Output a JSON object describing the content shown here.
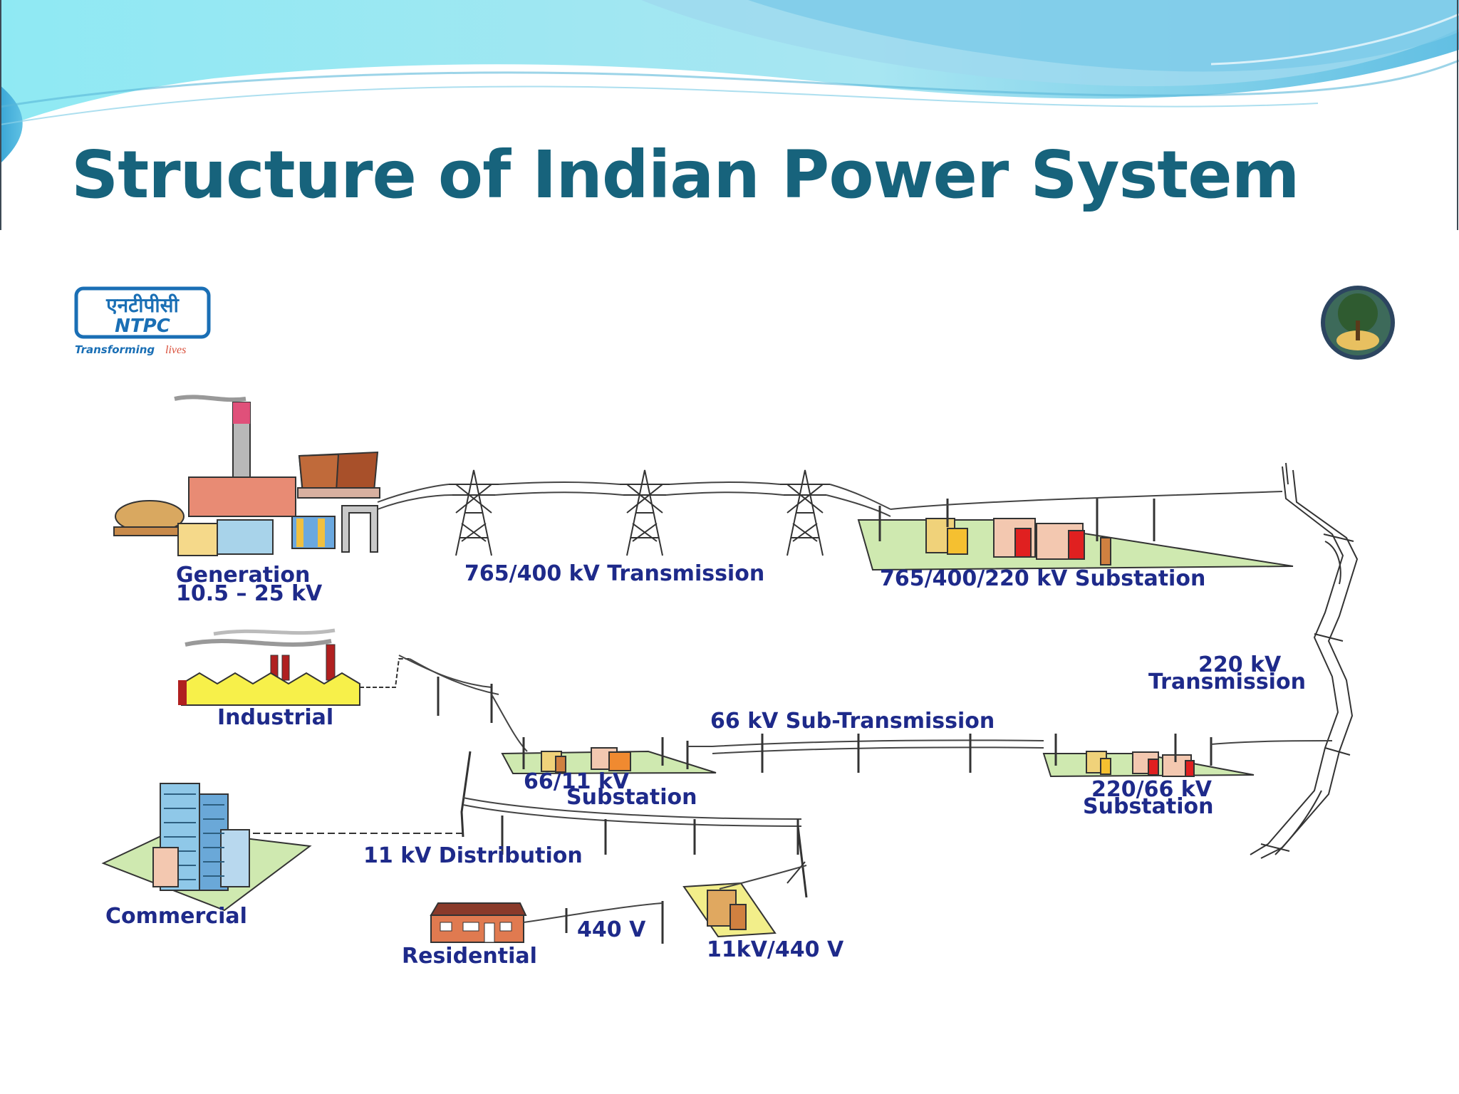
{
  "slide": {
    "title": "Structure of Indian Power System"
  },
  "logos": {
    "ntpc_devanagari": "एनटीपीसी",
    "ntpc": "NTPC",
    "tagline_a": "Transforming",
    "tagline_b": "lives"
  },
  "labels": {
    "generation_1": "Generation",
    "generation_2": "10.5 – 25 kV",
    "transmission_765": "765/400 kV  Transmission",
    "substation_765": "765/400/220 kV  Substation",
    "transmission_220_1": "220 kV",
    "transmission_220_2": "Transmission",
    "industrial": "Industrial",
    "sub_transmission_66": "66 kV Sub-Transmission",
    "substation_66_11_1": "66/11 kV",
    "substation_66_11_2": "Substation",
    "substation_220_66_1": "220/66 kV",
    "substation_220_66_2": "Substation",
    "distribution_11": "11 kV Distribution",
    "commercial": "Commercial",
    "residential": "Residential",
    "v440": "440 V",
    "transformer_11kv_440": "11kV/440 V"
  },
  "colors": {
    "title": "#17637c",
    "label": "#1e2a8a",
    "ground": "#cfe9b0",
    "wave_light": "#8fe3f0",
    "wave_dark": "#52b9de"
  }
}
